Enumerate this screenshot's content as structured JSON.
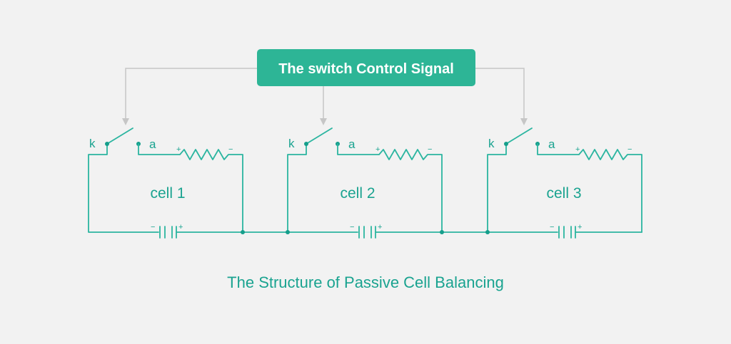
{
  "diagram": {
    "control_box_label": "The switch Control Signal",
    "caption": "The Structure of Passive Cell Balancing",
    "cells": [
      {
        "label": "cell 1",
        "switch_terminal_k": "k",
        "switch_terminal_a": "a",
        "resistor_plus": "+",
        "resistor_minus": "−",
        "battery_minus": "−",
        "battery_plus": "+"
      },
      {
        "label": "cell 2",
        "switch_terminal_k": "k",
        "switch_terminal_a": "a",
        "resistor_plus": "+",
        "resistor_minus": "−",
        "battery_minus": "−",
        "battery_plus": "+"
      },
      {
        "label": "cell 3",
        "switch_terminal_k": "k",
        "switch_terminal_a": "a",
        "resistor_plus": "+",
        "resistor_minus": "−",
        "battery_minus": "−",
        "battery_plus": "+"
      }
    ]
  },
  "colors": {
    "background": "#f2f2f2",
    "accent": "#2bb5a0",
    "box_fill": "#2db596",
    "signal_line": "#c6c6c6"
  }
}
